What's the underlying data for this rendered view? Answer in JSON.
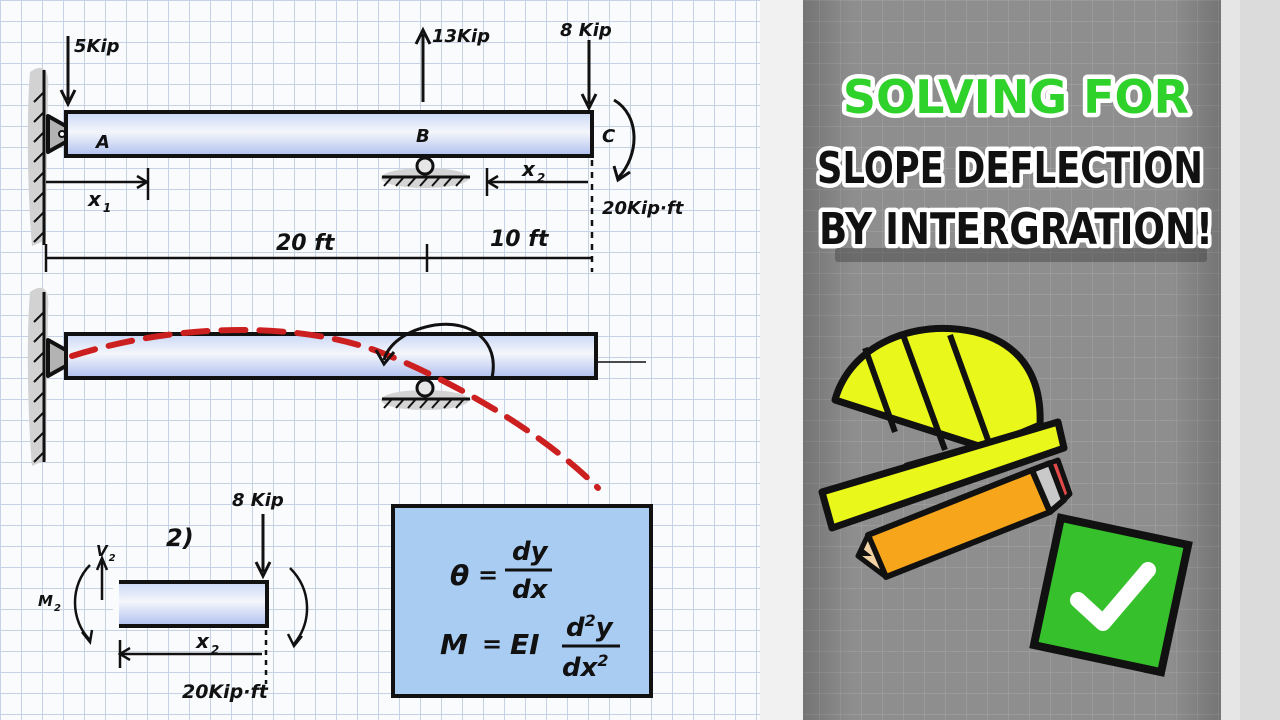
{
  "beam": {
    "load_a": "5Kip",
    "load_b": "13Kip",
    "load_c": "8 Kip",
    "moment_c": "20Kip·ft",
    "point_a": "A",
    "point_b": "B",
    "point_c": "C",
    "x1_label": "x",
    "x1_sub": "1",
    "x2_label": "x",
    "x2_sub": "2",
    "span_ab": "20 ft",
    "span_bc": "10 ft"
  },
  "section": {
    "number": "2)",
    "load": "8 Kip",
    "v_label": "V",
    "v_sub": "2",
    "m_label": "M",
    "m_sub": "2",
    "x_label": "x",
    "x_sub": "2",
    "moment": "20Kip·ft"
  },
  "formula": {
    "theta": "θ",
    "eq": "=",
    "dy": "dy",
    "dx": "dx",
    "m_lhs": "M",
    "ei": "EI",
    "d2y": "d",
    "d2y_sup": "2",
    "d2y_y": "y",
    "dx2": "dx",
    "dx2_sup": "2"
  },
  "title": {
    "line1": "SOLVING FOR",
    "line2": "SLOPE DEFLECTION",
    "line3": "BY INTERGRATION!"
  },
  "colors": {
    "highlight_green": "#2fd12b",
    "beam_blue": "#b5c8f2",
    "deflection_red": "#cc1f1f",
    "formula_bg": "#a9ccf3",
    "helmet_yellow": "#eaf71a",
    "pencil_orange": "#f7a61b",
    "check_green": "#36c12c",
    "panel_gray": "#8e8e8e"
  },
  "icons": [
    "hard-hat-icon",
    "pencil-icon",
    "checkmark-icon"
  ]
}
